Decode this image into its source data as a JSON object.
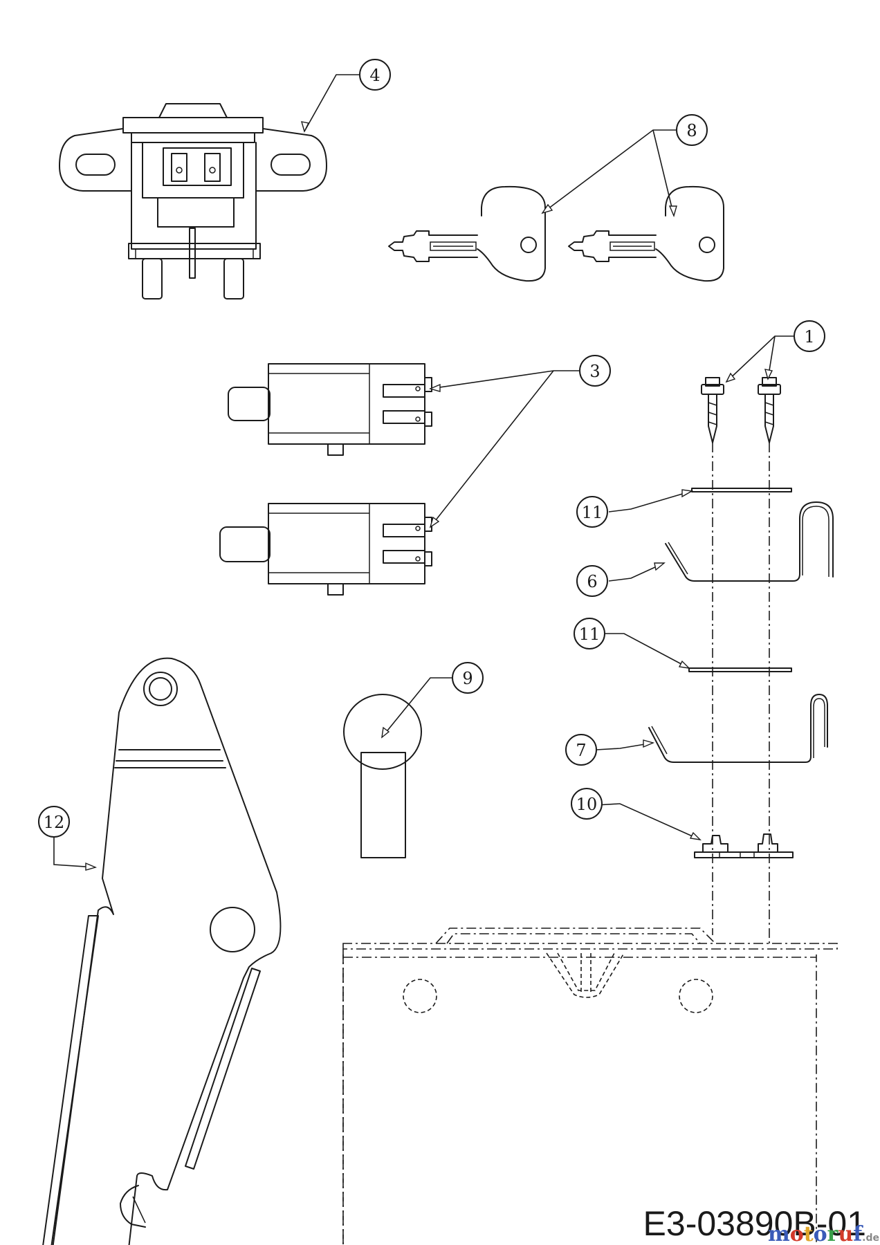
{
  "callouts": [
    {
      "id": "c1",
      "label": "1"
    },
    {
      "id": "c3",
      "label": "3"
    },
    {
      "id": "c4",
      "label": "4"
    },
    {
      "id": "c6",
      "label": "6"
    },
    {
      "id": "c7",
      "label": "7"
    },
    {
      "id": "c8",
      "label": "8"
    },
    {
      "id": "c9",
      "label": "9"
    },
    {
      "id": "c10",
      "label": "10"
    },
    {
      "id": "c11a",
      "label": "11"
    },
    {
      "id": "c11b",
      "label": "11"
    },
    {
      "id": "c12",
      "label": "12"
    }
  ],
  "drawing_code": "E3-03890B-01",
  "watermark": {
    "letters": [
      {
        "ch": "m",
        "color": "#3a5bb8"
      },
      {
        "ch": "o",
        "color": "#d23a2a"
      },
      {
        "ch": "t",
        "color": "#e0a52a"
      },
      {
        "ch": "o",
        "color": "#3a5bb8"
      },
      {
        "ch": "r",
        "color": "#3aa04a"
      },
      {
        "ch": "u",
        "color": "#d23a2a"
      },
      {
        "ch": "f",
        "color": "#3a5bb8"
      }
    ],
    "suffix": ".de"
  }
}
